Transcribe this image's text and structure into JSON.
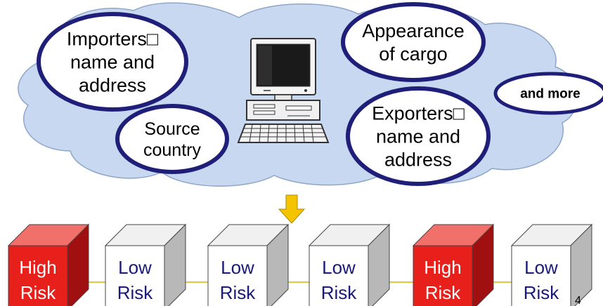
{
  "ovals": [
    {
      "id": "importers",
      "lines": [
        "Importers□",
        "name and",
        "address"
      ]
    },
    {
      "id": "source",
      "lines": [
        "Source",
        "country"
      ]
    },
    {
      "id": "appearance",
      "lines": [
        "Appearance",
        "of cargo"
      ]
    },
    {
      "id": "exporters",
      "lines": [
        "Exporters□",
        "name and",
        "address"
      ]
    },
    {
      "id": "more",
      "lines": [
        "and more"
      ]
    }
  ],
  "boxes": [
    {
      "risk": "high",
      "line1": "High",
      "line2": "Risk"
    },
    {
      "risk": "low",
      "line1": "Low",
      "line2": "Risk"
    },
    {
      "risk": "low",
      "line1": "Low",
      "line2": "Risk"
    },
    {
      "risk": "low",
      "line1": "Low",
      "line2": "Risk"
    },
    {
      "risk": "high",
      "line1": "High",
      "line2": "Risk"
    },
    {
      "risk": "low",
      "line1": "Low",
      "line2": "Risk"
    }
  ],
  "page_number": "4",
  "colors": {
    "cloud_fill": "#c8d8f0",
    "cloud_stroke": "#8ea6c8",
    "oval_stroke": "#1f1f7a",
    "oval_fill": "#ffffff",
    "arrow_fill": "#f5c400",
    "arrow_stroke": "#b08a00",
    "high_front": "#e8201c",
    "high_top": "#f2706a",
    "high_side": "#a01010",
    "high_text": "#ffffff",
    "low_front": "#ffffff",
    "low_top": "#f0f0f0",
    "low_side": "#b8b8b8",
    "low_text": "#1a1a7a",
    "connector": "#d8b800"
  },
  "icons": {
    "center": "desktop-computer-icon",
    "arrow": "down-arrow-icon"
  }
}
